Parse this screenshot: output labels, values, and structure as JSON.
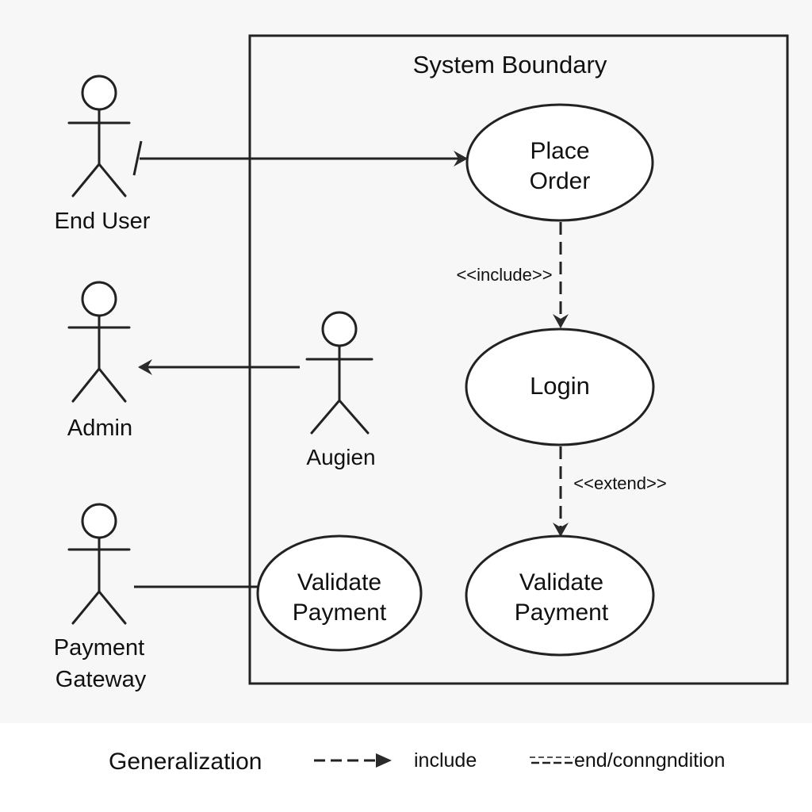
{
  "diagram": {
    "type": "uml-use-case",
    "system_boundary": {
      "title": "System Boundary"
    },
    "actors": [
      {
        "id": "end-user",
        "label": "End User"
      },
      {
        "id": "admin",
        "label": "Admin"
      },
      {
        "id": "augien",
        "label": "Augien"
      },
      {
        "id": "payment-gateway",
        "label_lines": [
          "Payment",
          "Gateway"
        ]
      }
    ],
    "use_cases": [
      {
        "id": "place-order",
        "label_lines": [
          "Place",
          "Order"
        ]
      },
      {
        "id": "login",
        "label_lines": [
          "Login"
        ]
      },
      {
        "id": "validate-payment-right",
        "label_lines": [
          "Validate",
          "Payment"
        ]
      },
      {
        "id": "validate-payment-left",
        "label_lines": [
          "Validate",
          "Payment"
        ]
      }
    ],
    "relationships": [
      {
        "from": "end-user",
        "to": "place-order",
        "kind": "association-arrow"
      },
      {
        "from": "augien",
        "to": "admin",
        "kind": "association-arrow"
      },
      {
        "from": "payment-gateway",
        "to": "validate-payment-left",
        "kind": "association"
      },
      {
        "from": "place-order",
        "to": "login",
        "kind": "dashed-arrow",
        "stereotype": "<<include>>"
      },
      {
        "from": "login",
        "to": "validate-payment-right",
        "kind": "dashed-arrow",
        "stereotype": "<<extend>>"
      }
    ]
  },
  "legend": {
    "items": [
      {
        "label": "Generalization"
      },
      {
        "label": "include"
      },
      {
        "label": "end/conngndition"
      }
    ]
  },
  "colors": {
    "stroke": "#222222",
    "canvas_background": "#f7f7f7",
    "shape_fill": "#ffffff",
    "text": "#111111"
  }
}
